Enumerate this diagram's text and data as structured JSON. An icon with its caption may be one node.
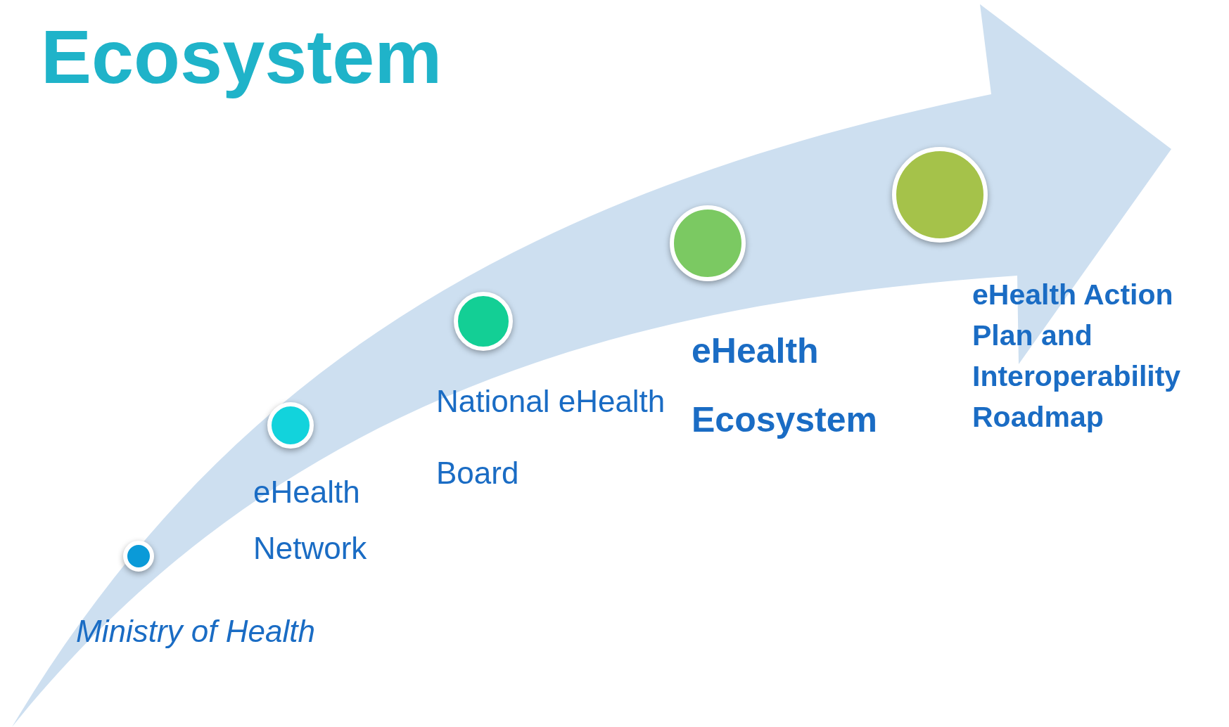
{
  "diagram": {
    "title": "Ecosystem",
    "nodes": [
      {
        "text": [],
        "shape": "circle",
        "beside": [
          "Ministry of Health"
        ]
      },
      {
        "text": [],
        "shape": "circle",
        "beside": [
          "eHealth Network"
        ]
      },
      {
        "text": [],
        "shape": "circle",
        "beside": [
          "National eHealth Board"
        ]
      },
      {
        "text": [],
        "shape": "circle",
        "beside": [
          "eHealth Ecosystem"
        ]
      },
      {
        "text": [],
        "shape": "circle",
        "beside": [
          "eHealth Action Plan and Interoperability Roadmap"
        ]
      }
    ]
  }
}
